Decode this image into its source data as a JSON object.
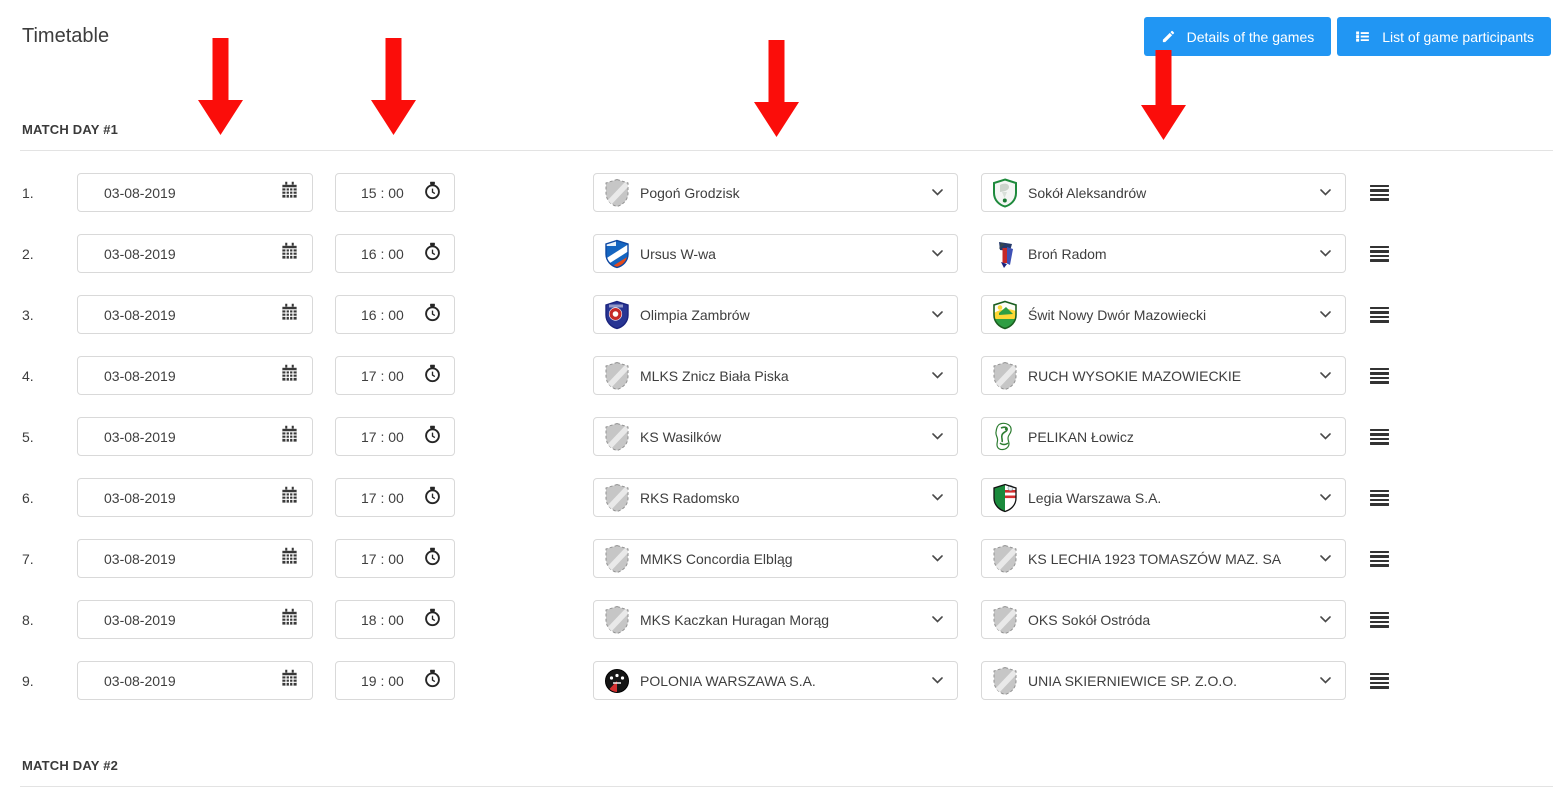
{
  "page": {
    "title": "Timetable"
  },
  "toolbar": {
    "details_button": "Details of the games",
    "participants_button": "List of game participants"
  },
  "sections": {
    "day1": "MATCH DAY #1",
    "day2": "MATCH DAY #2"
  },
  "colors": {
    "button_blue": "#2196f3",
    "arrow_red": "#fb0d0a"
  },
  "icons": [
    "pencil-icon",
    "list-icon",
    "calendar-icon",
    "clock-icon",
    "chevron-down-icon",
    "drag-handle-icon",
    "red-arrow-icon"
  ],
  "matches": [
    {
      "num": "1.",
      "date": "03-08-2019",
      "time": "15 : 00",
      "home": {
        "name": "Pogoń Grodzisk",
        "logo": "placeholder-shield"
      },
      "away": {
        "name": "Sokół Aleksandrów",
        "logo": "sokol-aleksandrow"
      }
    },
    {
      "num": "2.",
      "date": "03-08-2019",
      "time": "16 : 00",
      "home": {
        "name": "Ursus W-wa",
        "logo": "ursus"
      },
      "away": {
        "name": "Broń Radom",
        "logo": "bron-radom"
      }
    },
    {
      "num": "3.",
      "date": "03-08-2019",
      "time": "16 : 00",
      "home": {
        "name": "Olimpia Zambrów",
        "logo": "olimpia-zambrow"
      },
      "away": {
        "name": "Świt Nowy Dwór Mazowiecki",
        "logo": "swit-ndm"
      }
    },
    {
      "num": "4.",
      "date": "03-08-2019",
      "time": "17 : 00",
      "home": {
        "name": "MLKS Znicz Biała Piska",
        "logo": "placeholder-shield"
      },
      "away": {
        "name": "RUCH WYSOKIE MAZOWIECKIE",
        "logo": "placeholder-shield"
      }
    },
    {
      "num": "5.",
      "date": "03-08-2019",
      "time": "17 : 00",
      "home": {
        "name": "KS Wasilków",
        "logo": "placeholder-shield"
      },
      "away": {
        "name": "PELIKAN Łowicz",
        "logo": "pelikan-lowicz"
      }
    },
    {
      "num": "6.",
      "date": "03-08-2019",
      "time": "17 : 00",
      "home": {
        "name": "RKS Radomsko",
        "logo": "placeholder-shield"
      },
      "away": {
        "name": "Legia Warszawa S.A.",
        "logo": "legia-warszawa"
      }
    },
    {
      "num": "7.",
      "date": "03-08-2019",
      "time": "17 : 00",
      "home": {
        "name": "MMKS Concordia Elbląg",
        "logo": "placeholder-shield"
      },
      "away": {
        "name": "KS LECHIA 1923 TOMASZÓW MAZ. SA",
        "logo": "placeholder-shield"
      }
    },
    {
      "num": "8.",
      "date": "03-08-2019",
      "time": "18 : 00",
      "home": {
        "name": "MKS Kaczkan Huragan Morąg",
        "logo": "placeholder-shield"
      },
      "away": {
        "name": "OKS Sokół Ostróda",
        "logo": "placeholder-shield"
      }
    },
    {
      "num": "9.",
      "date": "03-08-2019",
      "time": "19 : 00",
      "home": {
        "name": "POLONIA WARSZAWA S.A.",
        "logo": "polonia-warszawa"
      },
      "away": {
        "name": "UNIA SKIERNIEWICE SP. Z.O.O.",
        "logo": "placeholder-shield"
      }
    }
  ]
}
